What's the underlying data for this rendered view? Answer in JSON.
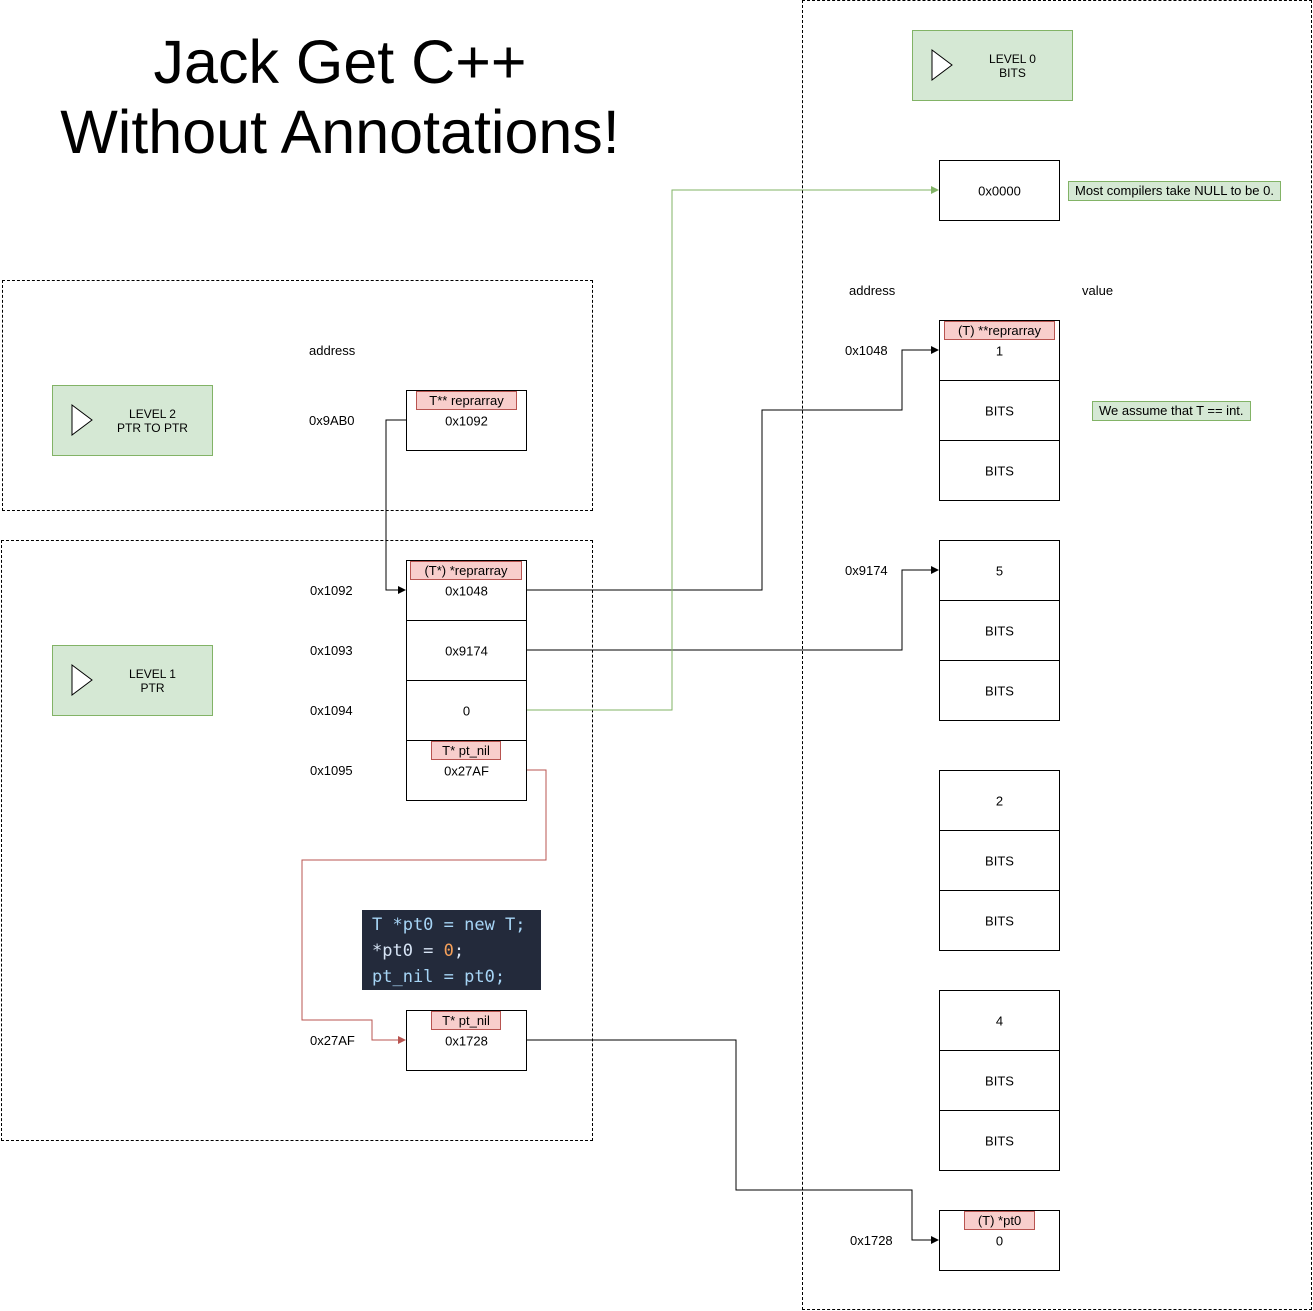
{
  "title": {
    "line1": "Jack Get C++",
    "line2": "Without Annotations!"
  },
  "levels": {
    "level0": {
      "name": "LEVEL 0",
      "sub": "BITS"
    },
    "level1": {
      "name": "LEVEL 1",
      "sub": "PTR"
    },
    "level2": {
      "name": "LEVEL 2",
      "sub": "PTR TO PTR"
    }
  },
  "headers": {
    "left_address": "address",
    "right_address": "address",
    "right_value": "value"
  },
  "level2_memory": {
    "address": "0x9AB0",
    "tag": "T** reprarray",
    "value": "0x1092"
  },
  "level1_memory": [
    {
      "address": "0x1092",
      "tag": "(T*) *reprarray",
      "value": "0x1048"
    },
    {
      "address": "0x1093",
      "tag": "",
      "value": "0x9174"
    },
    {
      "address": "0x1094",
      "tag": "",
      "value": "0"
    },
    {
      "address": "0x1095",
      "tag": "T* pt_nil",
      "value": "0x27AF"
    }
  ],
  "pt_nil_cell": {
    "address": "0x27AF",
    "tag": "T* pt_nil",
    "value": "0x1728"
  },
  "code": {
    "line1": "T *pt0 = new T;",
    "line2_a": "*pt0 = ",
    "line2_num": "0",
    "line2_b": ";",
    "line3": "pt_nil = pt0;"
  },
  "level0_memory": {
    "null_cell": {
      "value": "0x0000"
    },
    "null_note": "Most compilers take NULL to be 0.",
    "int_note": "We assume that T == int.",
    "block1": {
      "address": "0x1048",
      "tag": "(T) **reprarray",
      "cells": [
        "1",
        "BITS",
        "BITS"
      ]
    },
    "block2": {
      "address": "0x9174",
      "cells": [
        "5",
        "BITS",
        "BITS"
      ]
    },
    "block3": {
      "cells": [
        "2",
        "BITS",
        "BITS"
      ]
    },
    "block4": {
      "cells": [
        "4",
        "BITS",
        "BITS"
      ]
    },
    "pt0_cell": {
      "address": "0x1728",
      "tag": "(T) *pt0",
      "value": "0"
    }
  },
  "colors": {
    "green_fill": "#d5e8d4",
    "green_stroke": "#82b366",
    "red_fill": "#f8cecc",
    "red_stroke": "#b85450",
    "code_bg": "#232a3b"
  }
}
